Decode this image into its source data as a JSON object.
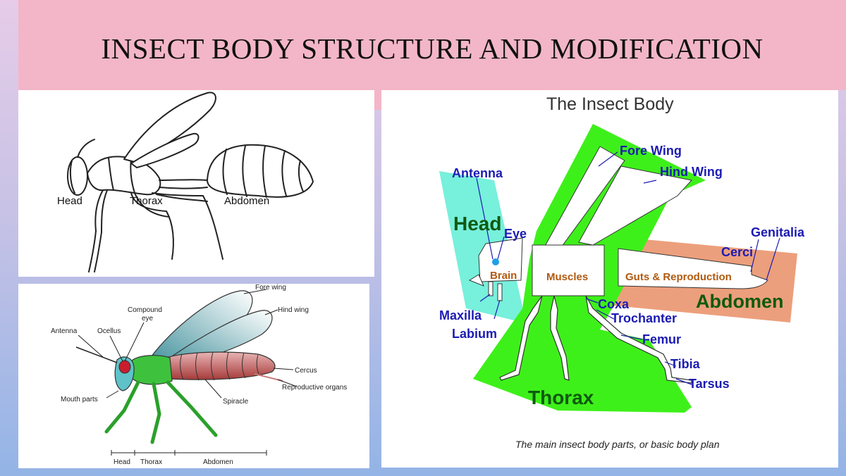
{
  "slide": {
    "title": "INSECT BODY STRUCTURE AND MODIFICATION"
  },
  "panel_a": {
    "head": "Head",
    "thorax": "Thorax",
    "abdomen": "Abdomen"
  },
  "panel_b": {
    "fore_wing": "Fore wing",
    "hind_wing": "Hind wing",
    "compound_eye_1": "Compound",
    "compound_eye_2": "eye",
    "antenna": "Antenna",
    "ocellus": "Ocellus",
    "cercus": "Cercus",
    "reproductive_organs": "Reproductive organs",
    "mouth_parts": "Mouth parts",
    "spiracle": "Spiracle",
    "head": "Head",
    "thorax": "Thorax",
    "abdomen": "Abdomen"
  },
  "panel_c": {
    "title": "The Insect Body",
    "fore_wing": "Fore Wing",
    "hind_wing": "Hind Wing",
    "antenna": "Antenna",
    "head": "Head",
    "eye": "Eye",
    "brain": "Brain",
    "muscles": "Muscles",
    "guts": "Guts & Reproduction",
    "genitalia": "Genitalia",
    "cerci": "Cerci",
    "abdomen": "Abdomen",
    "maxilla": "Maxilla",
    "labium": "Labium",
    "coxa": "Coxa",
    "trochanter": "Trochanter",
    "femur": "Femur",
    "tibia": "Tibia",
    "tarsus": "Tarsus",
    "thorax": "Thorax",
    "caption": "The main insect body parts, or basic body plan"
  },
  "colors": {
    "title_bar": "#f3b6c8",
    "thorax_green": "#3ef01a",
    "head_cyan": "#77f0dc",
    "abdomen_salmon": "#ec9f7c",
    "label_blue": "#1b1bb3",
    "label_green": "#0f5a0f",
    "label_brown": "#b05a10"
  }
}
